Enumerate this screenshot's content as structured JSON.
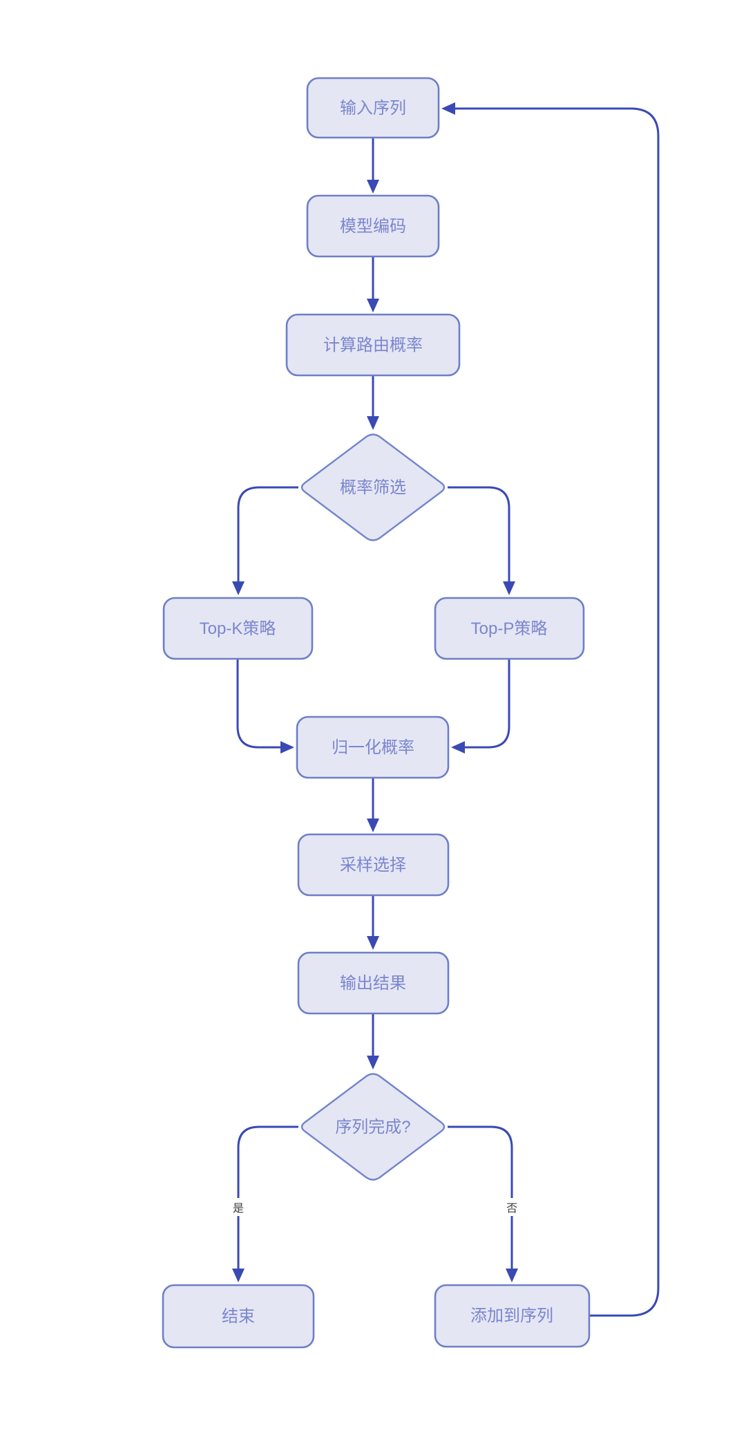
{
  "diagram": {
    "type": "flowchart",
    "background": "#ffffff",
    "colors": {
      "edge": "#3a49b4",
      "node_fill": "#e4e6f4",
      "node_border": "#6f7ec6",
      "node_text": "#7b86cd",
      "branch_label_text": "#3f3f3f"
    },
    "nodes": {
      "input_sequence": {
        "label": "输入序列",
        "type": "process"
      },
      "model_encode": {
        "label": "模型编码",
        "type": "process"
      },
      "compute_routing_prob": {
        "label": "计算路由概率",
        "type": "process"
      },
      "prob_filter": {
        "label": "概率筛选",
        "type": "decision"
      },
      "top_k": {
        "label": "Top-K策略",
        "type": "process"
      },
      "top_p": {
        "label": "Top-P策略",
        "type": "process"
      },
      "normalize_prob": {
        "label": "归一化概率",
        "type": "process"
      },
      "sampling_select": {
        "label": "采样选择",
        "type": "process"
      },
      "output_result": {
        "label": "输出结果",
        "type": "process"
      },
      "sequence_done": {
        "label": "序列完成?",
        "type": "decision"
      },
      "end": {
        "label": "结束",
        "type": "process"
      },
      "append_to_sequence": {
        "label": "添加到序列",
        "type": "process"
      }
    },
    "edges": [
      {
        "from": "input_sequence",
        "to": "model_encode"
      },
      {
        "from": "model_encode",
        "to": "compute_routing_prob"
      },
      {
        "from": "compute_routing_prob",
        "to": "prob_filter"
      },
      {
        "from": "prob_filter",
        "to": "top_k"
      },
      {
        "from": "prob_filter",
        "to": "top_p"
      },
      {
        "from": "top_k",
        "to": "normalize_prob"
      },
      {
        "from": "top_p",
        "to": "normalize_prob"
      },
      {
        "from": "normalize_prob",
        "to": "sampling_select"
      },
      {
        "from": "sampling_select",
        "to": "output_result"
      },
      {
        "from": "output_result",
        "to": "sequence_done"
      },
      {
        "from": "sequence_done",
        "to": "end",
        "label": "是"
      },
      {
        "from": "sequence_done",
        "to": "append_to_sequence",
        "label": "否"
      },
      {
        "from": "append_to_sequence",
        "to": "input_sequence"
      }
    ],
    "edge_labels": {
      "yes": "是",
      "no": "否"
    }
  }
}
